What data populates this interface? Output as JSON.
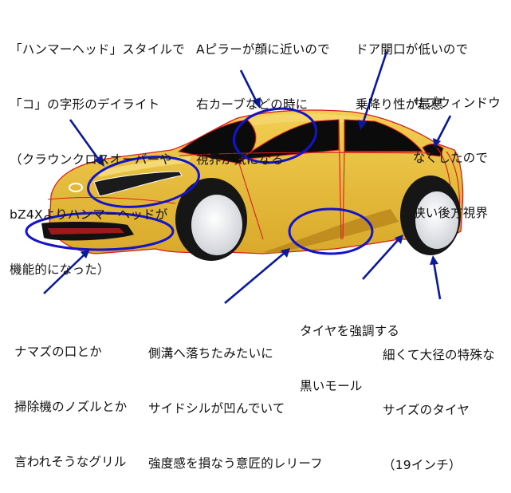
{
  "annotations": [
    {
      "id": "headlight",
      "lines": [
        "「ハンマーヘッド」スタイルで",
        "「コ」の字形のデイライト",
        "（クラウンクロスオーバーや",
        "bZ4Xよりハンマーヘッドが",
        "機能的になった）"
      ]
    },
    {
      "id": "a-pillar",
      "lines": [
        "Aピラーが顔に近いので",
        "右カーブなどの時に",
        "視界が気になる"
      ]
    },
    {
      "id": "door",
      "lines": [
        "ドア開口が低いので",
        "乗降り性が最悪"
      ]
    },
    {
      "id": "rear-window",
      "lines": [
        "サブウィンドウ",
        "なくしたので",
        "狭い後方視界"
      ]
    },
    {
      "id": "grille",
      "lines": [
        "ナマズの口とか",
        "掃除機のノズルとか",
        "言われそうなグリル"
      ]
    },
    {
      "id": "side-sill",
      "lines": [
        "側溝へ落ちたみたいに",
        "サイドシルが凹んでいて",
        "強度感を損なう意匠的レリーフ"
      ]
    },
    {
      "id": "black-molding",
      "lines": [
        "タイヤを強調する",
        "黒いモール"
      ]
    },
    {
      "id": "tire",
      "lines": [
        "細くて大径の特殊な",
        "サイズのタイヤ",
        "（19インチ）"
      ]
    }
  ],
  "colors": {
    "body": "#d9a92a",
    "body_highlight": "#f2cf52",
    "outline": "#d71e1e",
    "glass": "#0b0b0b",
    "callout": "#1414c8",
    "arrow": "#0a1a9a",
    "tire": "#161616",
    "wheel": "#cfd2d8"
  }
}
